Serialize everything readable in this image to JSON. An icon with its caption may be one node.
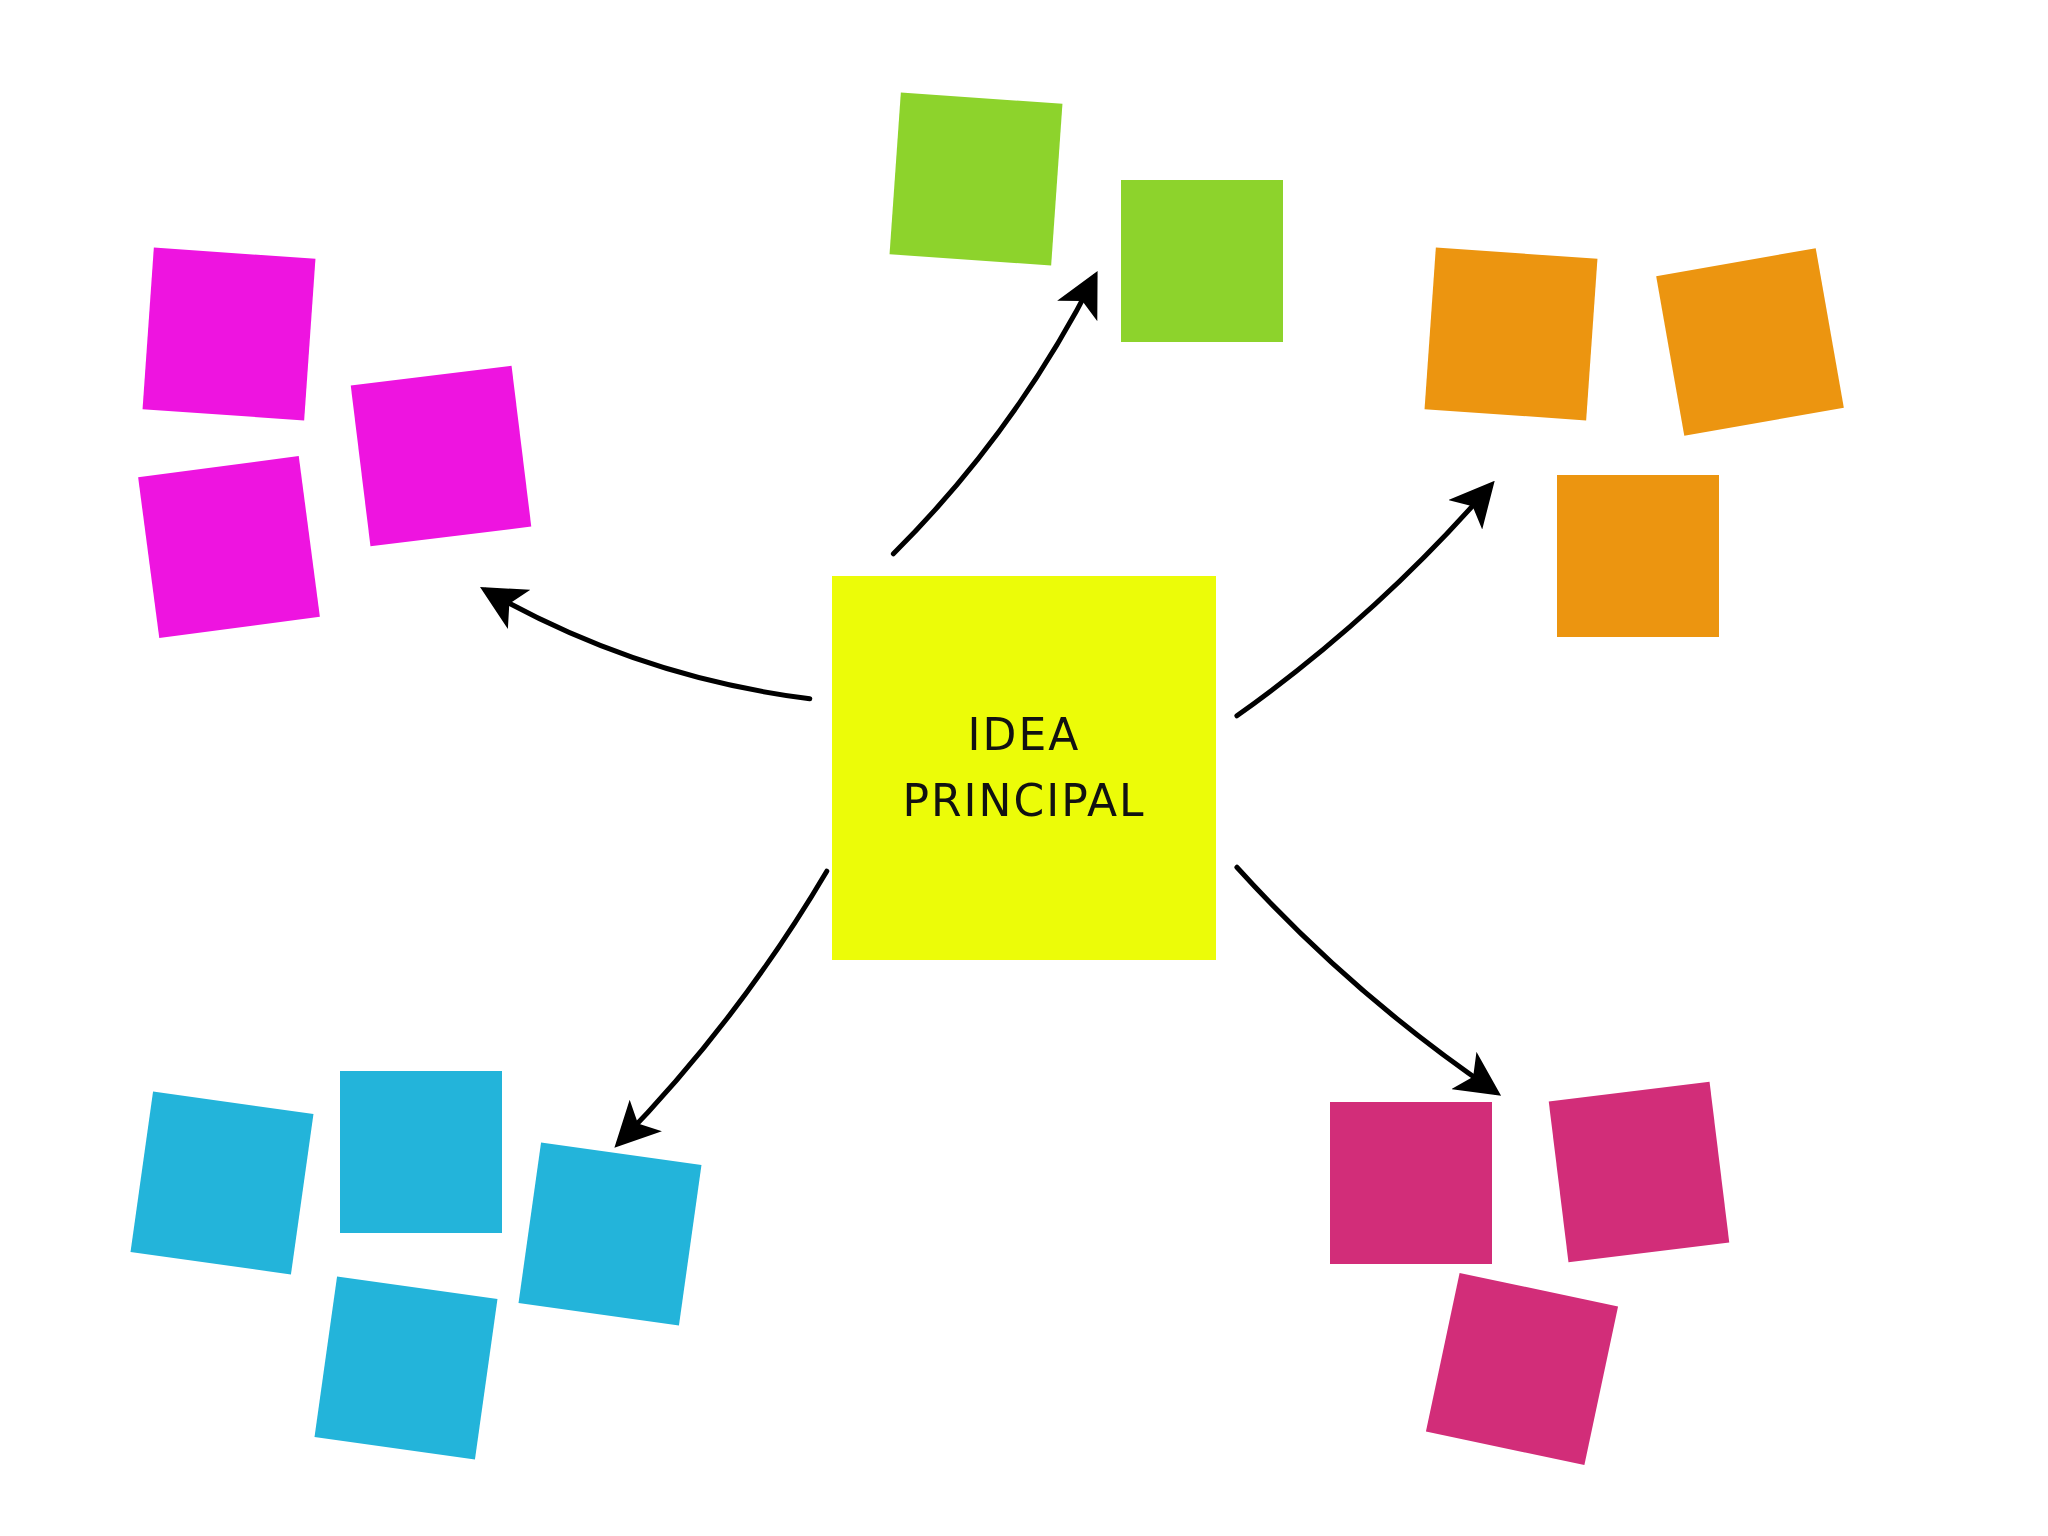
{
  "diagram": {
    "nodes": [
      {
        "text": [
          "IDEA PRINCIPAL"
        ]
      },
      {
        "text": [],
        "shape": "box"
      },
      {
        "text": [],
        "shape": "box"
      },
      {
        "text": [],
        "shape": "box"
      },
      {
        "text": [],
        "shape": "box"
      },
      {
        "text": [],
        "shape": "box"
      },
      {
        "text": [],
        "shape": "box"
      },
      {
        "text": [],
        "shape": "box"
      },
      {
        "text": [],
        "shape": "box"
      },
      {
        "text": [],
        "shape": "box"
      },
      {
        "text": [],
        "shape": "box"
      },
      {
        "text": [],
        "shape": "box"
      },
      {
        "text": [],
        "shape": "box"
      },
      {
        "text": [],
        "shape": "box"
      },
      {
        "text": [],
        "shape": "box"
      },
      {
        "text": [],
        "shape": "box"
      }
    ],
    "edges": [
      {
        "from": 0,
        "to": 5,
        "arrow": "to"
      },
      {
        "from": 0,
        "to": 1,
        "arrow": "to"
      },
      {
        "from": 0,
        "to": 8,
        "arrow": "to"
      },
      {
        "from": 0,
        "to": 11,
        "arrow": "to"
      },
      {
        "from": 0,
        "to": 13,
        "arrow": "to"
      }
    ]
  }
}
